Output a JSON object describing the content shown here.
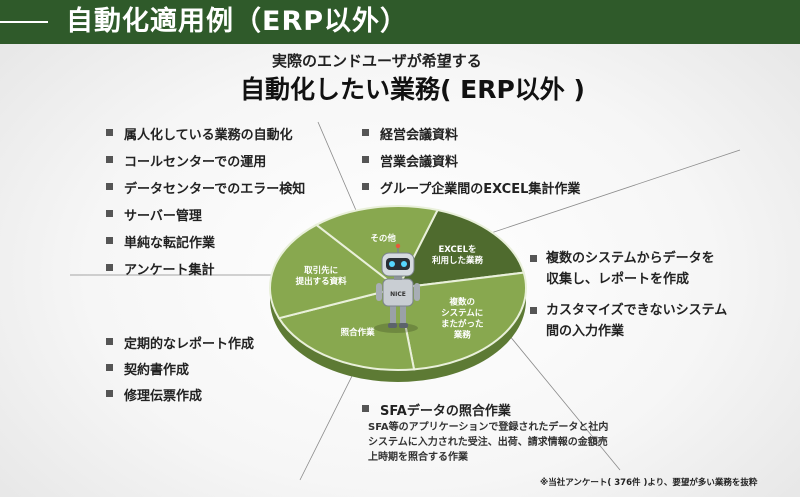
{
  "header": {
    "title": "自動化適用例（ERP以外）"
  },
  "subtitle": "実際のエンドユーザが希望する",
  "main_title": "自動化したい業務( ERP以外 )",
  "left_top_items": [
    "属人化している業務の自動化",
    "コールセンターでの運用",
    "データセンターでのエラー検知",
    "サーバー管理",
    "単純な転記作業",
    "アンケート集計"
  ],
  "mid_top_items": [
    "経営会議資料",
    "営業会議資料",
    "グループ企業間のEXCEL集計作業"
  ],
  "right_items": [
    {
      "line1": "複数のシステムからデータを",
      "line2": "収集し、レポートを作成"
    },
    {
      "line1": "カスタマイズできないシステム",
      "line2": "間の入力作業"
    }
  ],
  "left_bottom_items": [
    "定期的なレポート作成",
    "契約書作成",
    "修理伝票作成"
  ],
  "sfa": {
    "title": "SFAデータの照合作業",
    "desc_lines": [
      "SFA等のアプリケーションで登録されたデータと社内",
      "システムに入力された受注、出荷、請求情報の金額売",
      "上時期を照合する作業"
    ]
  },
  "footnote": "※当社アンケート( 376件 )より、要望が多い業務を抜粋",
  "chart_data": {
    "type": "pie",
    "categories": [
      "EXCELを利用した業務",
      "複数のシステムにまたがった業務",
      "照合作業",
      "取引先に提出する資料",
      "その他"
    ],
    "values": [
      17,
      26,
      21,
      20,
      16
    ],
    "slice_labels": [
      [
        "EXCELを",
        "利用した業務"
      ],
      [
        "複数の",
        "システムに",
        "またがった",
        "業務"
      ],
      [
        "照合作業"
      ],
      [
        "取引先に",
        "提出する資料"
      ],
      [
        "その他"
      ]
    ],
    "robot_label": "NICE",
    "colors": {
      "dark_slice": "#4f6b2e",
      "slice": "#88a84f",
      "side": "#5d7a34",
      "edge": "#e9f0da"
    }
  }
}
